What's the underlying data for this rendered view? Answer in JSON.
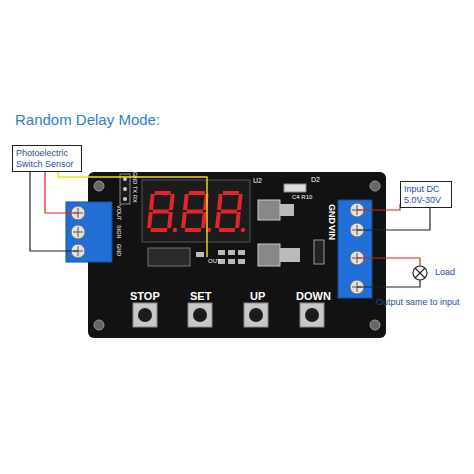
{
  "diagram": {
    "title": "Random Delay Mode:",
    "nodes": [
      {
        "text": [
          "Photoelectric Switch Sensor"
        ]
      },
      {
        "text": [
          "Input DC 5.0V-30V"
        ]
      }
    ],
    "labels": [
      "GND",
      "TX",
      "RX",
      "VOUT",
      "SIGN",
      "GND",
      "OUT",
      "U2",
      "D2",
      "C4 R10",
      "GND",
      "VIN",
      "STOP",
      "SET",
      "UP",
      "DOWN",
      "Load",
      "Output same to input"
    ]
  }
}
